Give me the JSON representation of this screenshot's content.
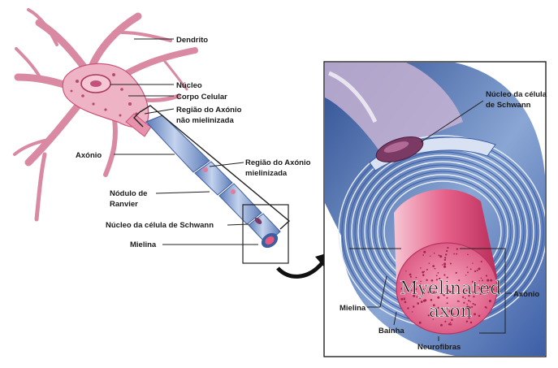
{
  "labels": {
    "dendrito": "Dendrito",
    "nucleo": "Núcleo",
    "corpo_celular": "Corpo Celular",
    "regiao_nao_mielinizada": [
      "Região do Axónio",
      "não mielinizada"
    ],
    "axonio_left": "Axónio",
    "regiao_mielinizada": [
      "Região do Axónio",
      "mielinizada"
    ],
    "nodulo_ranvier": [
      "Nódulo de",
      "Ranvier"
    ],
    "nucleo_schwann_left": "Núcleo da célula de Schwann",
    "mielina_left": "Mielina",
    "nucleo_schwann_right": [
      "Núcleo da célula",
      "de Schwann"
    ],
    "axonio_right": "Axónio",
    "mielina_right": "Mielina",
    "bainha": "Bainha",
    "neurofibras": "Neurofibras"
  },
  "overlay_text": [
    "Myelinated",
    "axon"
  ],
  "colors": {
    "neuron_pink": "#e9a7b8",
    "neuron_outline": "#c9527a",
    "myelin_blue": "#6f8fc2",
    "myelin_light": "#b9c9e6",
    "axon_red": "#d8436f",
    "axon_light": "#f3a9bf",
    "nucleus_purple": "#7a3a63",
    "frame": "#222222"
  }
}
